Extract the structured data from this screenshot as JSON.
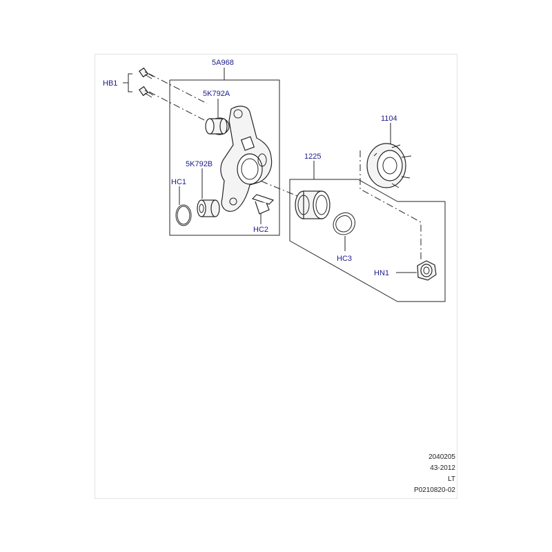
{
  "callouts": {
    "hb1": "HB1",
    "knuckle": "5A968",
    "bush_upper": "5K792A",
    "bush_lower": "5K792B",
    "hc1": "HC1",
    "hc2": "HC2",
    "bearing": "1225",
    "hc3": "HC3",
    "hub": "1104",
    "hn1": "HN1"
  },
  "footer": {
    "line1": "2040205",
    "line2": "43-2012",
    "line3": "LT",
    "line4": "P0210820-02"
  },
  "colors": {
    "callout_text": "#1a1a8c",
    "line_art": "#222222",
    "frame": "#e3e3e3"
  }
}
